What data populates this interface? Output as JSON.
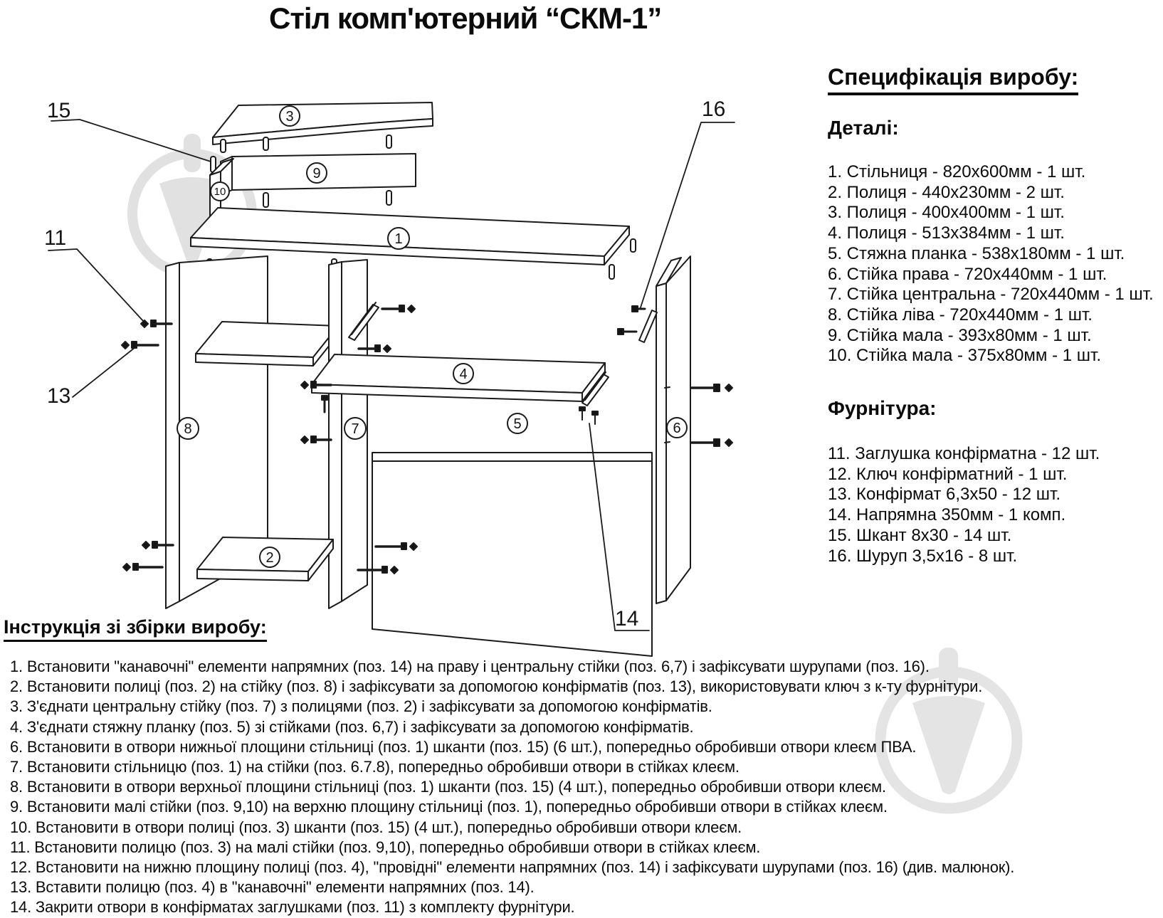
{
  "title": "Стіл комп'ютерний “СКМ-1”",
  "spec": {
    "heading": "Специфікація виробу:",
    "details_heading": "Деталі:",
    "details": [
      "1. Стільниця - 820х600мм - 1 шт.",
      "2. Полиця - 440х230мм - 2 шт.",
      "3. Полиця - 400х400мм - 1 шт.",
      "4. Полиця - 513х384мм - 1 шт.",
      "5. Стяжна планка - 538х180мм - 1 шт.",
      "6. Стійка права - 720х440мм - 1 шт.",
      "7. Стійка центральна - 720х440мм - 1 шт.",
      "8. Стійка ліва - 720х440мм - 1 шт.",
      "9. Стійка мала - 393х80мм - 1 шт.",
      "10. Стійка мала - 375х80мм - 1 шт."
    ],
    "hardware_heading": "Фурнітура:",
    "hardware": [
      "11. Заглушка конфірматна - 12 шт.",
      "12. Ключ конфірматний - 1 шт.",
      "13. Конфірмат 6,3х50 - 12 шт.",
      "14. Напрямна 350мм - 1 комп.",
      "15. Шкант 8х30 - 14 шт.",
      "16. Шуруп 3,5х16 - 8 шт."
    ]
  },
  "instructions": {
    "heading": "Інструкція зі збірки виробу:",
    "steps": [
      "1. Встановити \"канавочні\" елементи напрямних (поз. 14) на праву і центральну стійки (поз. 6,7) і зафіксувати шурупами (поз. 16).",
      "2. Встановити полиці (поз. 2) на стійку (поз. 8) і зафіксувати за допомогою конфірматів (поз. 13), використовувати ключ з к-ту фурнітури.",
      "3. З'єднати центральну стійку (поз. 7) з полицями (поз. 2) і зафіксувати за допомогою конфірматів.",
      "4. З'єднати стяжну планку (поз. 5) зі стійками (поз. 6,7) і зафіксувати за допомогою конфірматів.",
      "6. Встановити в отвори нижньої площини стільниці (поз. 1) шканти (поз. 15) (6 шт.), попередньо обробивши отвори клеєм ПВА.",
      "7. Встановити стільницю (поз. 1) на стійки (поз. 6.7.8), попередньо обробивши отвори в стійках клеєм.",
      "8. Встановити в отвори верхньої площини стільниці (поз. 1) шканти (поз. 15) (4 шт.), попередньо обробивши отвори клеєм.",
      "9. Встановити малі стійки (поз. 9,10) на верхню площину стільниці (поз. 1), попередньо обробивши отвори в стійках клеєм.",
      "10. Встановити в отвори полиці (поз. 3) шканти (поз. 15) (4 шт.), попередньо обробивши отвори клеєм.",
      "11. Встановити полицю (поз. 3) на малі стійки (поз. 9,10), попередньо обробивши отвори в стійках клеєм.",
      "12. Встановити на нижню площину полиці (поз. 4), \"провідні\" елементи напрямних (поз. 14) і зафіксувати шурупами (поз. 16) (див. малюнок).",
      "13. Вставити полицю (поз. 4) в \"канавочні\" елементи напрямних (поз. 14).",
      "14. Закрити отвори в конфірматах заглушками (поз. 11) з комплекту фурнітури."
    ]
  },
  "diagram": {
    "parts": {
      "p1": "1",
      "p2": "2",
      "p3": "3",
      "p4": "4",
      "p5": "5",
      "p6": "6",
      "p7": "7",
      "p8": "8",
      "p9": "9",
      "p10": "10"
    },
    "callouts": {
      "c11": "11",
      "c13": "13",
      "c14": "14",
      "c15": "15",
      "c16": "16"
    }
  },
  "colors": {
    "ink": "#0b0b0b",
    "line": "#1b1b1b",
    "watermark": "#c4c4c4",
    "background": "#ffffff"
  }
}
